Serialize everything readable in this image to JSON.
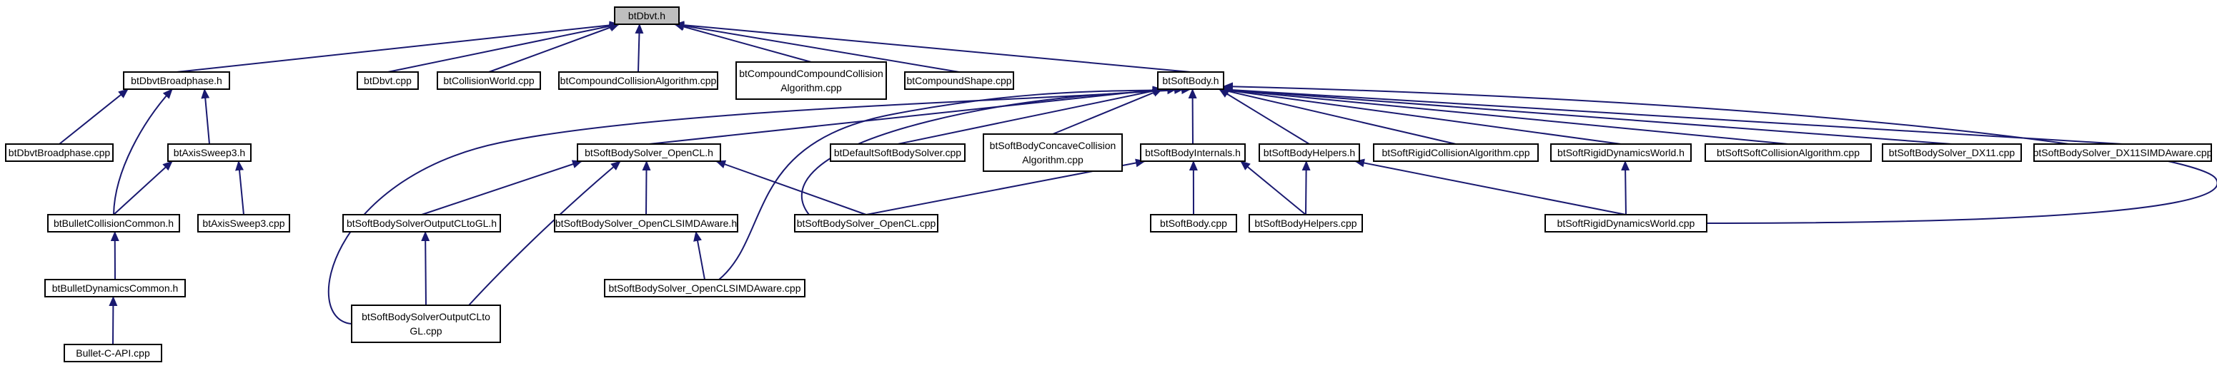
{
  "diagram": {
    "nodes": {
      "root": [
        "btDbvt.h"
      ],
      "broadphase_h": [
        "btDbvtBroadphase.h"
      ],
      "dbvt_cpp": [
        "btDbvt.cpp"
      ],
      "collworld": [
        "btCollisionWorld.cpp"
      ],
      "compcoll": [
        "btCompoundCollisionAlgorithm.cpp"
      ],
      "compcompcoll": [
        "btCompoundCompoundCollision",
        "Algorithm.cpp"
      ],
      "compshape": [
        "btCompoundShape.cpp"
      ],
      "softbody_h": [
        "btSoftBody.h"
      ],
      "broadphase_cpp": [
        "btDbvtBroadphase.cpp"
      ],
      "axissweep_h": [
        "btAxisSweep3.h"
      ],
      "bulletcoll": [
        "btBulletCollisionCommon.h"
      ],
      "axissweep_cpp": [
        "btAxisSweep3.cpp"
      ],
      "bulletdyn": [
        "btBulletDynamicsCommon.h"
      ],
      "capi": [
        "Bullet-C-API.cpp"
      ],
      "solver_ocl_h": [
        "btSoftBodySolver_OpenCL.h"
      ],
      "defsolver": [
        "btDefaultSoftBodySolver.cpp"
      ],
      "concave": [
        "btSoftBodyConcaveCollision",
        "Algorithm.cpp"
      ],
      "internals": [
        "btSoftBodyInternals.h"
      ],
      "helpers_h": [
        "btSoftBodyHelpers.h"
      ],
      "rigidcoll": [
        "btSoftRigidCollisionAlgorithm.cpp"
      ],
      "rigiddyn_h": [
        "btSoftRigidDynamicsWorld.h"
      ],
      "softcoll": [
        "btSoftSoftCollisionAlgorithm.cpp"
      ],
      "dx11": [
        "btSoftBodySolver_DX11.cpp"
      ],
      "dx11simd": [
        "btSoftBodySolver_DX11SIMDAware.cpp"
      ],
      "outgl_h": [
        "btSoftBodySolverOutputCLtoGL.h"
      ],
      "oclsimd_h": [
        "btSoftBodySolver_OpenCLSIMDAware.h"
      ],
      "ocl_cpp": [
        "btSoftBodySolver_OpenCL.cpp"
      ],
      "softbody_cpp": [
        "btSoftBody.cpp"
      ],
      "helpers_cpp": [
        "btSoftBodyHelpers.cpp"
      ],
      "rigiddyn_cpp": [
        "btSoftRigidDynamicsWorld.cpp"
      ],
      "outgl_cpp": [
        "btSoftBodySolverOutputCLto",
        "GL.cpp"
      ],
      "oclsimd_cpp": [
        "btSoftBodySolver_OpenCLSIMDAware.cpp"
      ]
    }
  }
}
